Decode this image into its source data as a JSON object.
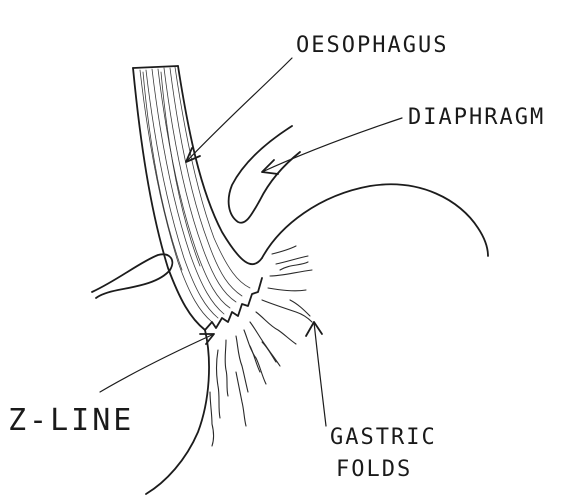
{
  "labels": {
    "oesophagus": "OESOPHAGUS",
    "diaphragm": "DIAPHRAGM",
    "z_line": "Z-LINE",
    "gastric_1": "GASTRIC",
    "gastric_2": "FOLDS"
  }
}
